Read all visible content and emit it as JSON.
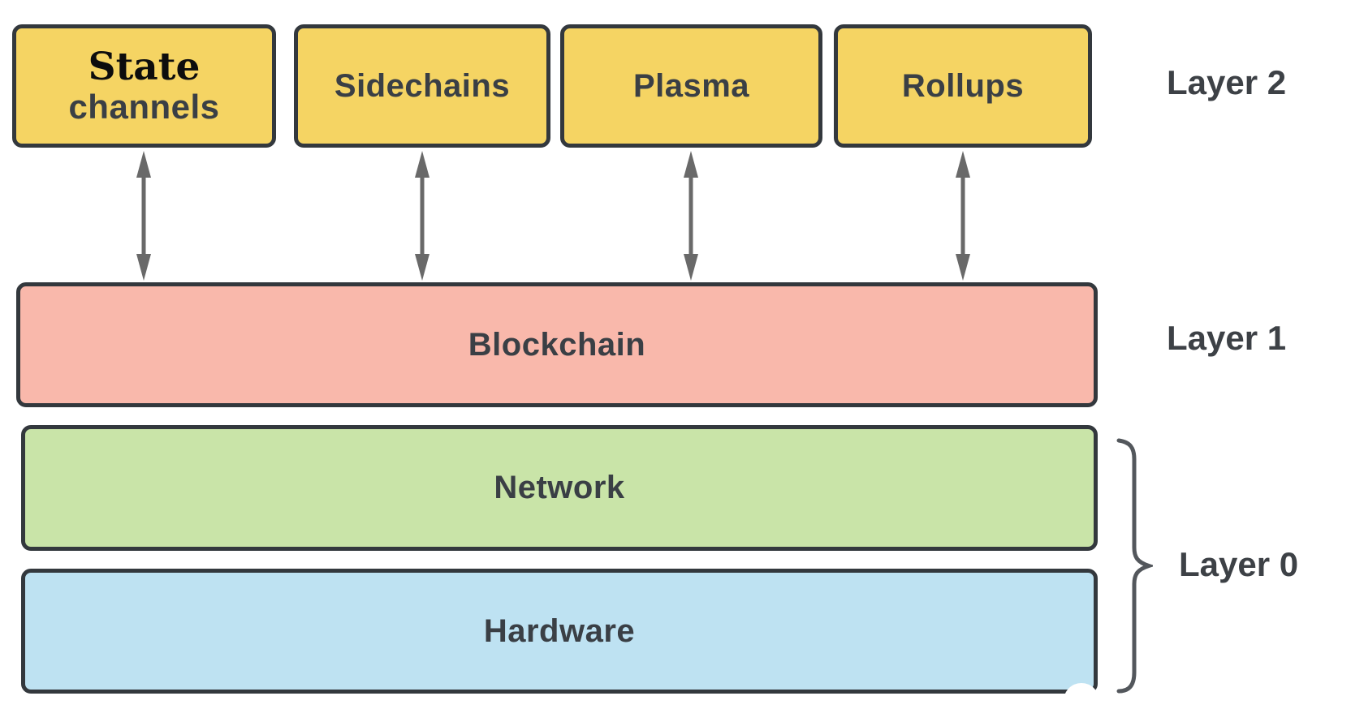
{
  "diagram": {
    "layer2": {
      "side_label": "Layer 2",
      "boxes": [
        {
          "label_line1": "State",
          "label_line2": "channels"
        },
        {
          "label": "Sidechains"
        },
        {
          "label": "Plasma"
        },
        {
          "label": "Rollups"
        }
      ]
    },
    "layer1": {
      "side_label": "Layer 1",
      "boxes": [
        {
          "label": "Blockchain"
        }
      ]
    },
    "layer0": {
      "side_label": "Layer 0",
      "boxes": [
        {
          "label": "Network"
        },
        {
          "label": "Hardware"
        }
      ]
    },
    "icons": {
      "arrow": "double-headed-vertical-arrow",
      "brace": "right-curly-brace"
    },
    "colors": {
      "layer2_box_fill": "#F5D463",
      "layer1_box_fill": "#F9B8AB",
      "network_box_fill": "#C9E4A8",
      "hardware_box_fill": "#BEE2F2",
      "box_border": "#33383D",
      "arrow": "#696969",
      "brace": "#53575C",
      "label_text": "#3D4146",
      "background": "#FFFFFF"
    }
  }
}
